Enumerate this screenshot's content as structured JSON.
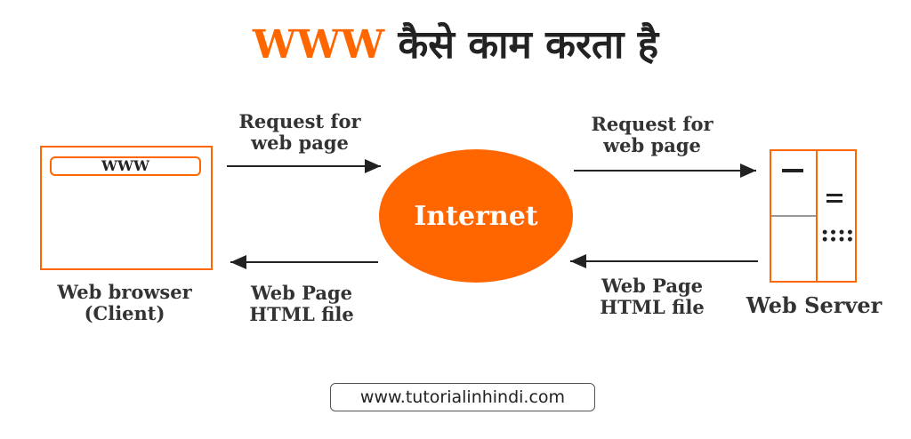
{
  "title": {
    "accent": "WWW",
    "rest": " कैसे काम करता है"
  },
  "browser": {
    "address_bar": "WWW",
    "label_line1": "Web browser",
    "label_line2": "(Client)"
  },
  "internet": {
    "label": "Internet"
  },
  "server": {
    "label": "Web Server"
  },
  "arrows": {
    "left_request": {
      "line1": "Request for",
      "line2": "web page"
    },
    "left_response": {
      "line1": "Web Page",
      "line2": "HTML file"
    },
    "right_request": {
      "line1": "Request for",
      "line2": "web page"
    },
    "right_response": {
      "line1": "Web Page",
      "line2": "HTML file"
    }
  },
  "footer": {
    "url": "www.tutorialinhindi.com"
  },
  "colors": {
    "accent": "#ff6600",
    "text": "#222222"
  }
}
